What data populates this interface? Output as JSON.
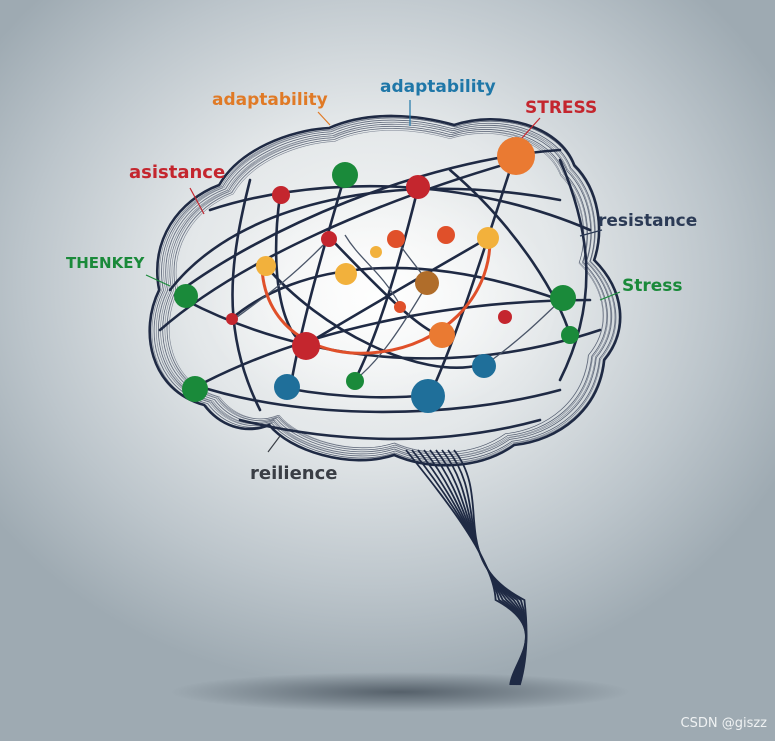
{
  "labels": {
    "adaptability_left": {
      "text": "adaptability",
      "color": "#e07a26"
    },
    "adaptability_top": {
      "text": "adaptability",
      "color": "#1f77a8"
    },
    "stress_caps": {
      "text": "STRESS",
      "color": "#c4262e"
    },
    "asistance": {
      "text": "asistance",
      "color": "#c4262e"
    },
    "resistance": {
      "text": "resistance",
      "color": "#2b3a55"
    },
    "thenkey": {
      "text": "THENKEY",
      "color": "#1a8a3a"
    },
    "stress": {
      "text": "Stress",
      "color": "#1a8a3a"
    },
    "reilience": {
      "text": "reilience",
      "color": "#3a3e45"
    }
  },
  "watermark": "CSDN @giszz",
  "colors": {
    "line": "#1f2a44",
    "arc": "#e0502a",
    "node_red": "#c4262e",
    "node_green": "#1a8a3a",
    "node_orange": "#ea7a32",
    "node_yellow": "#f2b13c",
    "node_blue": "#1f6f9a",
    "node_brown": "#b06d2a"
  }
}
